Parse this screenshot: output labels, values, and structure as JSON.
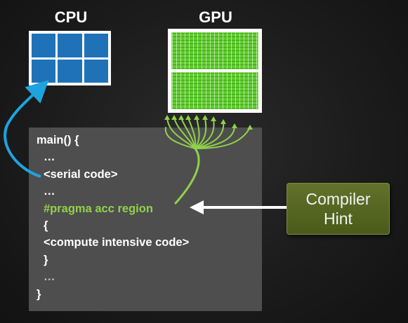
{
  "cpu": {
    "label": "CPU",
    "core_color": "#1f72b8"
  },
  "gpu": {
    "label": "GPU",
    "color": "#5fcf2d"
  },
  "code": {
    "lines": [
      {
        "text": "main() {",
        "style": "white"
      },
      {
        "text": "…",
        "style": "white"
      },
      {
        "text": "<serial code>",
        "style": "white"
      },
      {
        "text": "…",
        "style": "white"
      },
      {
        "text": "#pragma acc region",
        "style": "green"
      },
      {
        "text": "{",
        "style": "white"
      },
      {
        "text": "<compute intensive code>",
        "style": "white"
      },
      {
        "text": "}",
        "style": "white"
      },
      {
        "text": "…",
        "style": "dim"
      },
      {
        "text": "}",
        "style": "white"
      }
    ]
  },
  "hint": {
    "line1": "Compiler",
    "line2": "Hint",
    "color": "#5a6b22"
  },
  "arrows": {
    "serial_to_cpu_color": "#1ea3e0",
    "pragma_to_gpu_color": "#8fd24a",
    "hint_arrow_color": "#ffffff"
  }
}
